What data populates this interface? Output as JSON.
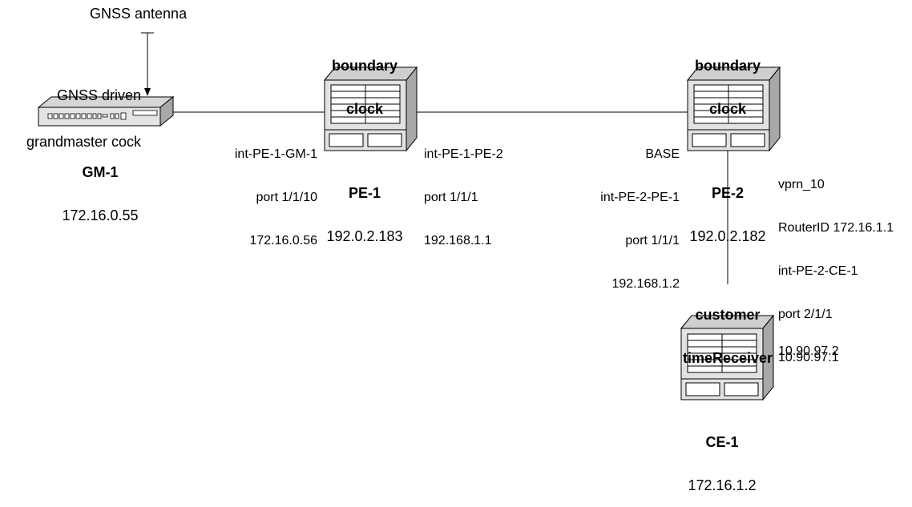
{
  "annotations": {
    "antenna_label": "GNSS antenna",
    "grandmaster_label": [
      "GNSS driven",
      "grandmaster cock"
    ]
  },
  "nodes": {
    "gm1": {
      "name": "GM-1",
      "ip": "172.16.0.55"
    },
    "pe1": {
      "role": [
        "boundary",
        "clock"
      ],
      "name": "PE-1",
      "ip": "192.0.2.183"
    },
    "pe2": {
      "role": [
        "boundary",
        "clock"
      ],
      "name": "PE-2",
      "ip": "192.0.2.182"
    },
    "ce1": {
      "role": [
        "customer",
        "timeReceiver"
      ],
      "name": "CE-1",
      "ip": "172.16.1.2"
    }
  },
  "interfaces": {
    "pe1_gm": [
      "int-PE-1-GM-1",
      "port 1/1/10",
      "172.16.0.56"
    ],
    "pe1_pe2": [
      "int-PE-1-PE-2",
      "port 1/1/1",
      "192.168.1.1"
    ],
    "pe2_pe1": [
      "BASE",
      "int-PE-2-PE-1",
      "port 1/1/1",
      "192.168.1.2"
    ],
    "pe2_ce": [
      "vprn_10",
      "RouterID 172.16.1.1",
      "int-PE-2-CE-1",
      "port 2/1/1",
      "10.90.97.1"
    ],
    "ce1_pe": [
      "10.90.97.2"
    ]
  },
  "colors": {
    "line": "#000000",
    "device_top": "#cfcfcf",
    "device_side": "#a8a8a8",
    "device_front": "#e2e2e2"
  }
}
